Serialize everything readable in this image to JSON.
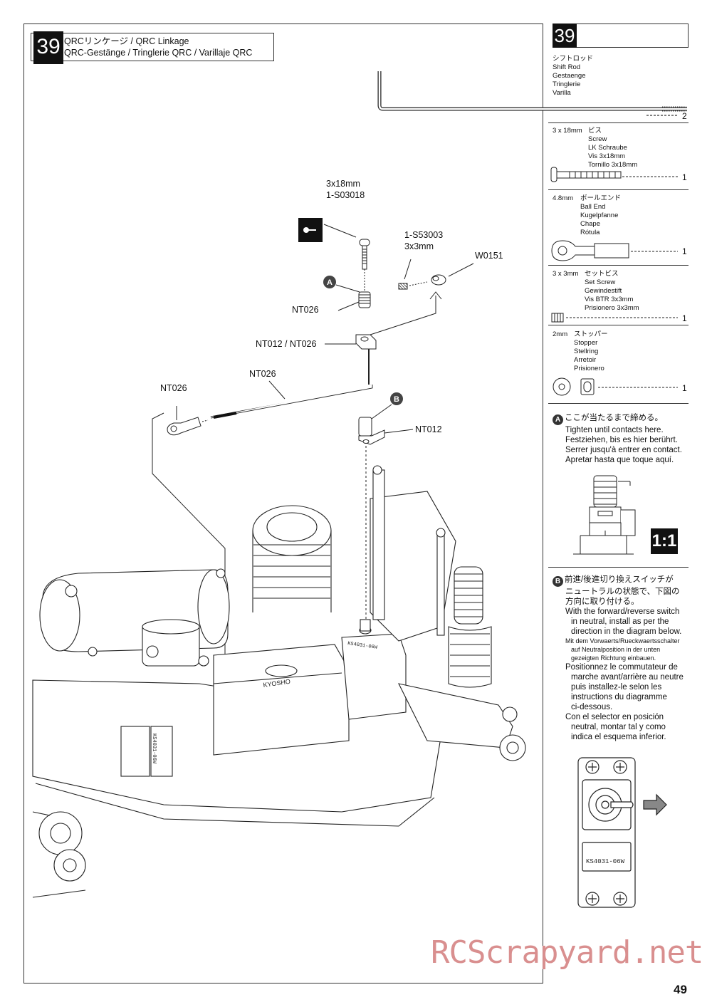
{
  "step": {
    "number": "39",
    "title_line1": "QRCリンケージ / QRC Linkage",
    "title_line2": "QRC-Gestänge / Tringlerie QRC / Varillaje QRC"
  },
  "sidebar": {
    "step_number": "39",
    "parts": [
      {
        "lines": [
          "シフトロッド",
          "Shift Rod",
          "Gestaenge",
          "Tringlerie",
          "Varilla"
        ],
        "qty": "2"
      },
      {
        "size": "3 x 18mm",
        "lines": [
          "ビス",
          "Screw",
          "LK Schraube",
          "Vis 3x18mm",
          "Tornillo 3x18mm"
        ],
        "qty": "1"
      },
      {
        "size": "4.8mm",
        "lines": [
          "ボールエンド",
          "Ball End",
          "Kugelpfanne",
          "Chape",
          "Rótula"
        ],
        "qty": "1"
      },
      {
        "size": "3 x 3mm",
        "lines": [
          "セットビス",
          "Set Screw",
          "Gewindestift",
          "Vis BTR 3x3mm",
          "Prisionero 3x3mm"
        ],
        "qty": "1"
      },
      {
        "size": "2mm",
        "lines": [
          "ストッパー",
          "Stopper",
          "Stellring",
          "Arretoir",
          "Prisionero"
        ],
        "qty": "1"
      }
    ],
    "note_a": {
      "marker": "A",
      "lines": [
        "ここが当たるまで締める。",
        "Tighten until contacts here.",
        "Festziehen, bis es hier berührt.",
        "Serrer jusqu'à entrer en contact.",
        "Apretar hasta que toque aquí."
      ]
    },
    "scale_badge": "1:1",
    "note_b": {
      "marker": "B",
      "lines": [
        "前進/後進切り換えスイッチが",
        "ニュートラルの状態で、下図の",
        "方向に取り付ける。",
        "With the forward/reverse switch",
        "in neutral, install as per the",
        "direction in the diagram below.",
        "Mit dem Vorwaerts/Rueckwaertsschalter",
        "auf Neutralposition in der unten",
        "gezeigten Richtung einbauen.",
        "Positionnez le commutateur de",
        "marche avant/arrière au neutre",
        "puis installez-le selon les",
        "instructions du diagramme",
        "ci-dessous.",
        "Con el selector en posición",
        "neutral, montar tal y como",
        "indica el esquema inferior."
      ]
    },
    "servo_label": "KS4031-06W"
  },
  "diagram": {
    "labels": {
      "screw_size": "3x18mm",
      "screw_code": "1-S03018",
      "set_screw_code": "1-S53003",
      "set_screw_size": "3x3mm",
      "stopper_code": "W0151",
      "nt026_a": "NT026",
      "nt012_nt026": "NT012 / NT026",
      "nt026_rod": "NT026",
      "nt026_end": "NT026",
      "nt012_b": "NT012"
    },
    "markers": [
      "A",
      "B"
    ],
    "servo_marks": [
      "KS4031-06W",
      "KS4031-06W"
    ],
    "engine_brand": "KYOSHO"
  },
  "watermark": "RCScrapyard.net",
  "page_number": "49"
}
